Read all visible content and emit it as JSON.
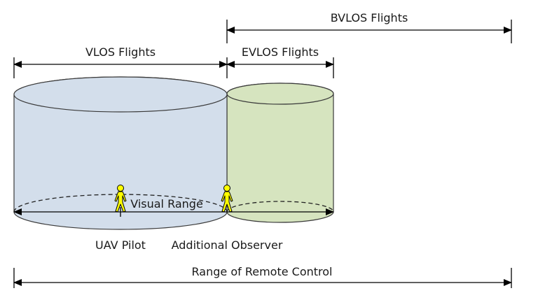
{
  "labels": {
    "bvlos": "BVLOS Flights",
    "vlos": "VLOS Flights",
    "evlos": "EVLOS Flights",
    "visual_range": "Visual Range",
    "uav_pilot": "UAV Pilot",
    "additional_observer": "Additional Observer",
    "remote_control_range": "Range of Remote Control"
  },
  "colors": {
    "vlos_cylinder": "#d3deeb",
    "evlos_cylinder": "#d6e4bf",
    "figure": "#ffff00",
    "line": "#000000"
  },
  "icons": {
    "pilot": "person-icon",
    "observer": "person-icon"
  }
}
